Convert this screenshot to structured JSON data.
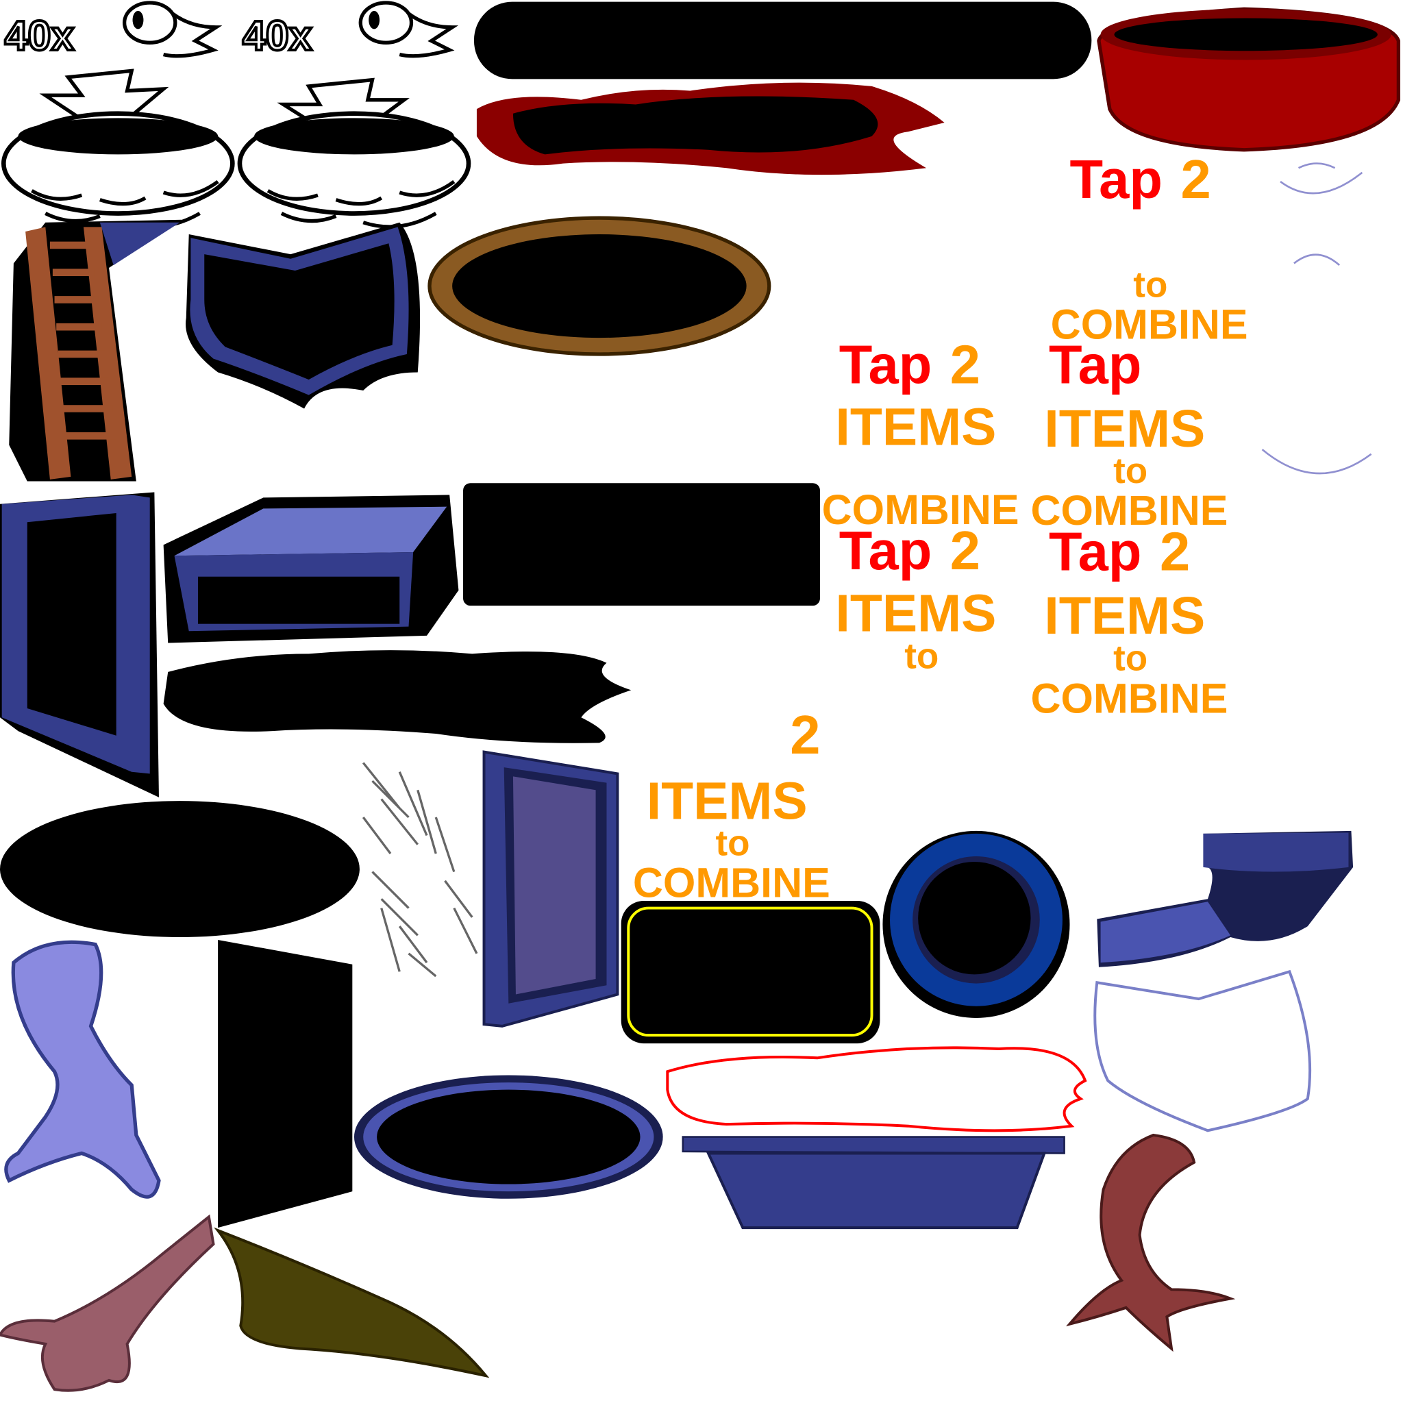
{
  "sheet": {
    "type": "sprite-atlas",
    "colors": {
      "red": "#ff0000",
      "orange": "#ff9900",
      "navy": "#343d8c",
      "crimson": "#a80000",
      "brown": "#8a5a22",
      "yellow": "#ffff00",
      "blue": "#0a3a9a",
      "lavender": "#8a8ae0",
      "olive": "#4a4208",
      "mauve": "#9a5e6a"
    }
  },
  "counters": [
    {
      "text": "40x"
    },
    {
      "text": "40x"
    }
  ],
  "labels": {
    "tap": "Tap",
    "two": "2",
    "items": "ITEMS",
    "to": "to",
    "combine": "COMBINE"
  }
}
